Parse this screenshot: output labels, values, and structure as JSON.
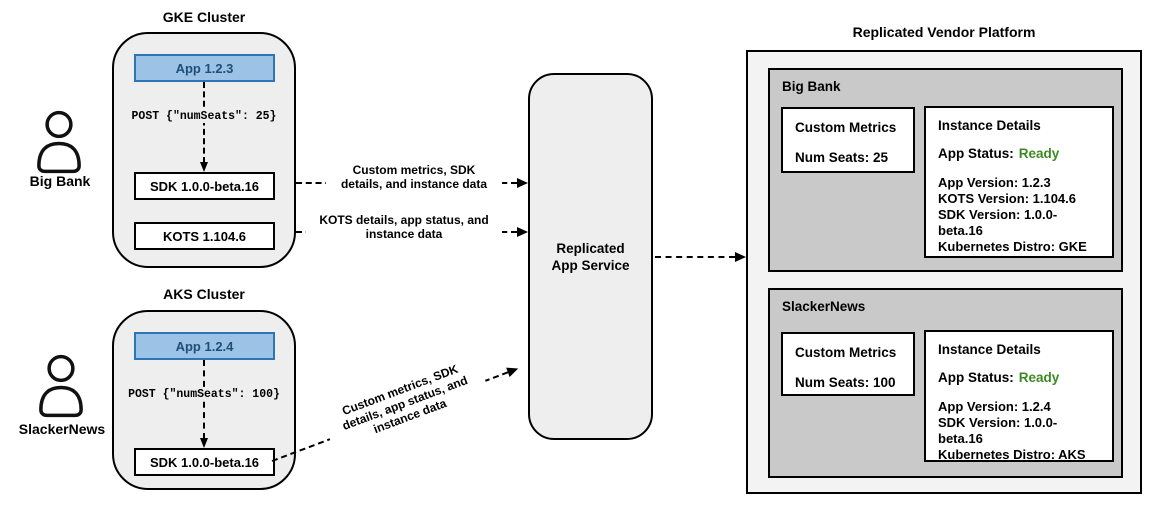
{
  "colors": {
    "app_box_fill": "#9cc3e5",
    "app_box_border": "#2e75b6",
    "app_box_text": "#1f4e79",
    "status_ready_green": "#3c8b20",
    "panel_gray": "#c9c9c9",
    "platform_bg": "#f3f3f3",
    "cluster_bg": "#eeeeee"
  },
  "actors": [
    {
      "name": "Big Bank"
    },
    {
      "name": "SlackerNews"
    }
  ],
  "clusters": [
    {
      "title": "GKE Cluster",
      "app_label": "App 1.2.3",
      "post_request": "POST {\"numSeats\": 25}",
      "sdk_label": "SDK 1.0.0-beta.16",
      "kots_label": "KOTS 1.104.6"
    },
    {
      "title": "AKS Cluster",
      "app_label": "App 1.2.4",
      "post_request": "POST {\"numSeats\": 100}",
      "sdk_label": "SDK 1.0.0-beta.16"
    }
  ],
  "arrow_labels": {
    "sdk_to_service": [
      "Custom metrics, SDK",
      "details, and instance data"
    ],
    "kots_to_service": [
      "KOTS details, app status, and",
      "instance data"
    ],
    "aks_sdk_to_service": [
      "Custom metrics, SDK",
      "details, app status, and",
      "instance data"
    ]
  },
  "service": {
    "name_line1": "Replicated",
    "name_line2": "App Service"
  },
  "platform": {
    "title": "Replicated Vendor Platform",
    "panels": [
      {
        "name": "Big Bank",
        "custom_metrics": {
          "title": "Custom Metrics",
          "value": "Num Seats: 25"
        },
        "instance_details": {
          "title": "Instance Details",
          "app_status_label": "App Status:",
          "app_status_value": "Ready",
          "lines": [
            "App Version: 1.2.3",
            "KOTS Version: 1.104.6",
            "SDK Version: 1.0.0-beta.16",
            "Kubernetes Distro: GKE"
          ]
        }
      },
      {
        "name": "SlackerNews",
        "custom_metrics": {
          "title": "Custom Metrics",
          "value": "Num Seats: 100"
        },
        "instance_details": {
          "title": "Instance Details",
          "app_status_label": "App Status:",
          "app_status_value": "Ready",
          "lines": [
            "App Version: 1.2.4",
            "SDK Version: 1.0.0-beta.16",
            "Kubernetes Distro: AKS"
          ]
        }
      }
    ]
  }
}
